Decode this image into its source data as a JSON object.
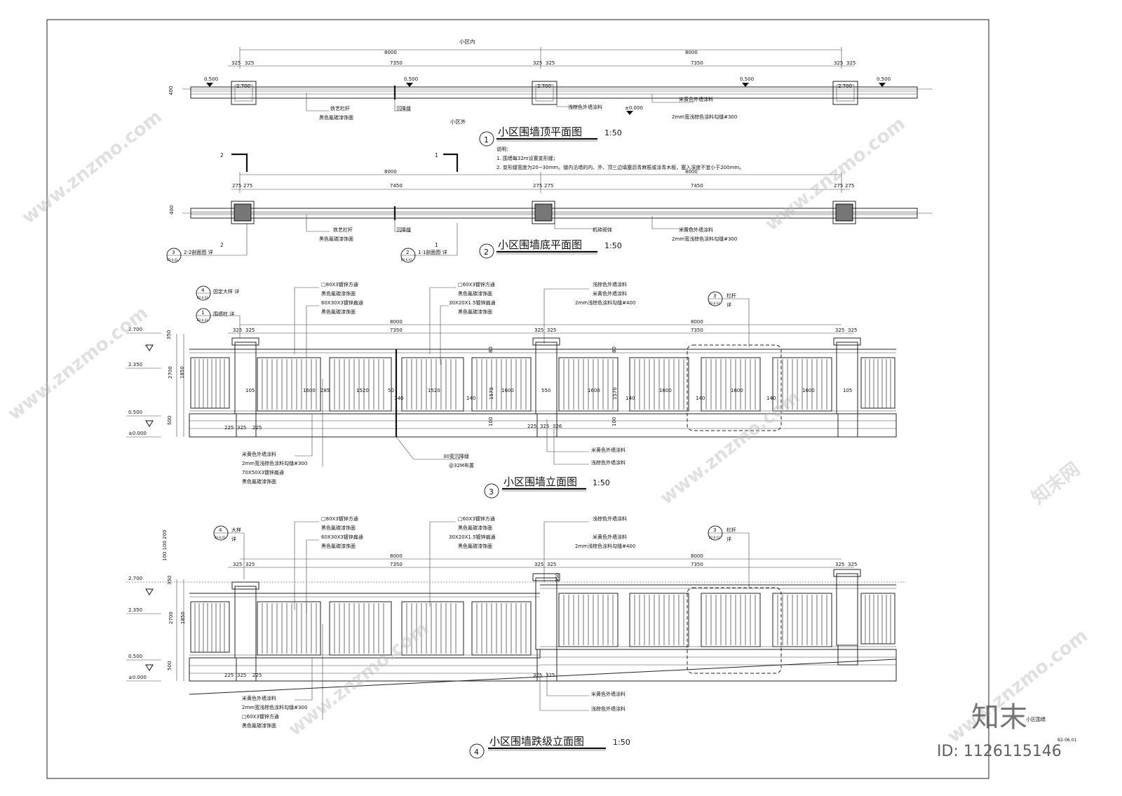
{
  "inside_label": "小区内",
  "outside_label": "小区外",
  "spans": {
    "span": "8000",
    "w325": "325",
    "w275": "275",
    "c7350": "7350",
    "c7450": "7450"
  },
  "levels": {
    "l0500": "0.500",
    "l2700": "2.700",
    "l2350": "2.350",
    "l0000": "±0.000"
  },
  "plan1": {
    "title": "小区围墙顶平面图",
    "scale": "1:50",
    "num": "1",
    "width": "400",
    "labels": {
      "iron": "铁艺栏杆",
      "black": "黑色氟碳漆饰面",
      "joint": "沉降缝",
      "brown": "浅棕色外墙涂料",
      "beige": "米黄色外墙涂料",
      "groove": "2mm宽浅棕色涂料勾缝#300"
    }
  },
  "notes": {
    "head": "说明：",
    "n1": "1. 围墙每32m设置变形缝；",
    "n2": "2. 变形缝宽度为20~30mm。缝内沿墙的内、外、顶三边填塞沥青麻筋或涂青木板，塞入深度不宜小于200mm。"
  },
  "plan2": {
    "title": "小区围墙底平面图",
    "scale": "1:50",
    "num": "2",
    "width": "400",
    "cut2": "2",
    "cut1": "1",
    "sec2_num": "3",
    "sec2_ref": "B2-6.02",
    "sec2_text": "2-2剖面图 详",
    "sec1_num": "2",
    "sec1_ref": "B2-6.02",
    "sec1_text": "1-1剖面图 详",
    "labels": {
      "iron": "铁艺栏杆",
      "black": "黑色氟碳漆饰面",
      "joint": "沉降缝",
      "brick": "机砖砌体",
      "beige": "米黄色外墙涂料",
      "groove": "2mm宽浅棕色涂料勾缝#300"
    }
  },
  "elev3": {
    "title": "小区围墙立面图",
    "scale": "1:50",
    "num": "3",
    "ref4_num": "4",
    "ref4_sheet": "B2-6.02",
    "ref4_text": "固定大样 详",
    "ref1_num": "1",
    "ref1_sheet": "B2-6.02",
    "ref1_text": "围墙柱 详",
    "ref3_num": "3",
    "ref3_sheet": "B2-6.02",
    "ref3_text": "栏杆",
    "ref3_text2": "详",
    "a1": "□80X3镀锌方通",
    "a2": "黑色氟碳漆饰面",
    "a3": "60X30X3镀锌扁通",
    "a4": "黑色氟碳漆饰面",
    "b1": "□60X3镀锌方通",
    "b2": "黑色氟碳漆饰面",
    "b3": "30X20X1.5镀锌扁通",
    "b4": "黑色氟碳漆饰面",
    "c1": "浅棕色外墙涂料",
    "c2": "米黄色外墙涂料",
    "c3": "2mm浅棕色涂料勾缝#400",
    "d1": "米黄色外墙涂料",
    "d2": "2mm宽浅棕色涂料勾缝#300",
    "d3": "70X50X3镀锌扁通",
    "d4": "黑色氟碳漆饰面",
    "e1": "30宽沉降缝",
    "e2": "@32M布置",
    "f1": "米黄色外墙涂料",
    "f2": "浅棕色外墙涂料",
    "h350": "350",
    "h1850": "1850",
    "h2700": "2700",
    "h500": "500",
    "h1570": "1570",
    "h80": "80",
    "h100": "100",
    "p1600": "1600",
    "p1520": "1520",
    "p105": "105",
    "p285": "285",
    "p140": "140",
    "p550": "550",
    "p50": "50",
    "b225": "225",
    "b325": "325",
    "b326": "326"
  },
  "elev4": {
    "title": "小区围墙跌级立面图",
    "scale": "1:50",
    "num": "4",
    "ref4_num": "4",
    "ref4_sheet": "B2-6.02",
    "ref4_text": "大样",
    "ref4_text2": "详",
    "ref3_num": "3",
    "ref3_sheet": "B2-6.02",
    "ref3_text": "栏杆",
    "ref3_text2": "详",
    "a1": "□80X3镀锌方通",
    "a2": "黑色氟碳漆饰面",
    "a3": "60X30X3镀锌扁通",
    "a4": "黑色氟碳漆饰面",
    "b1": "□60X3镀锌方通",
    "b2": "黑色氟碳漆饰面",
    "b3": "30X20X1.5镀锌扁通",
    "b4": "黑色氟碳漆饰面",
    "c1": "浅棕色外墙涂料",
    "c2": "米黄色外墙涂料",
    "c3": "2mm浅棕色涂料勾缝#400",
    "d1": "米黄色外墙涂料",
    "d2": "2mm宽浅棕色涂料勾缝#300",
    "d3": "□60X3镀锌方通",
    "d4": "黑色氟碳漆饰面",
    "f1": "米黄色外墙涂料",
    "f2": "浅棕色外墙涂料",
    "top_stack": "100 100 200",
    "h350": "350",
    "h1850": "1850",
    "h2700": "2700",
    "h500": "500",
    "h350b": "350",
    "b225": "225",
    "b325": "325"
  },
  "title_block": {
    "name": "小区围墙",
    "sheet": "B2-06.01"
  },
  "watermark": {
    "site": "www.znzmo.com",
    "brand_cn": "知末网",
    "logo": "知末",
    "id": "ID: 1126115146"
  }
}
